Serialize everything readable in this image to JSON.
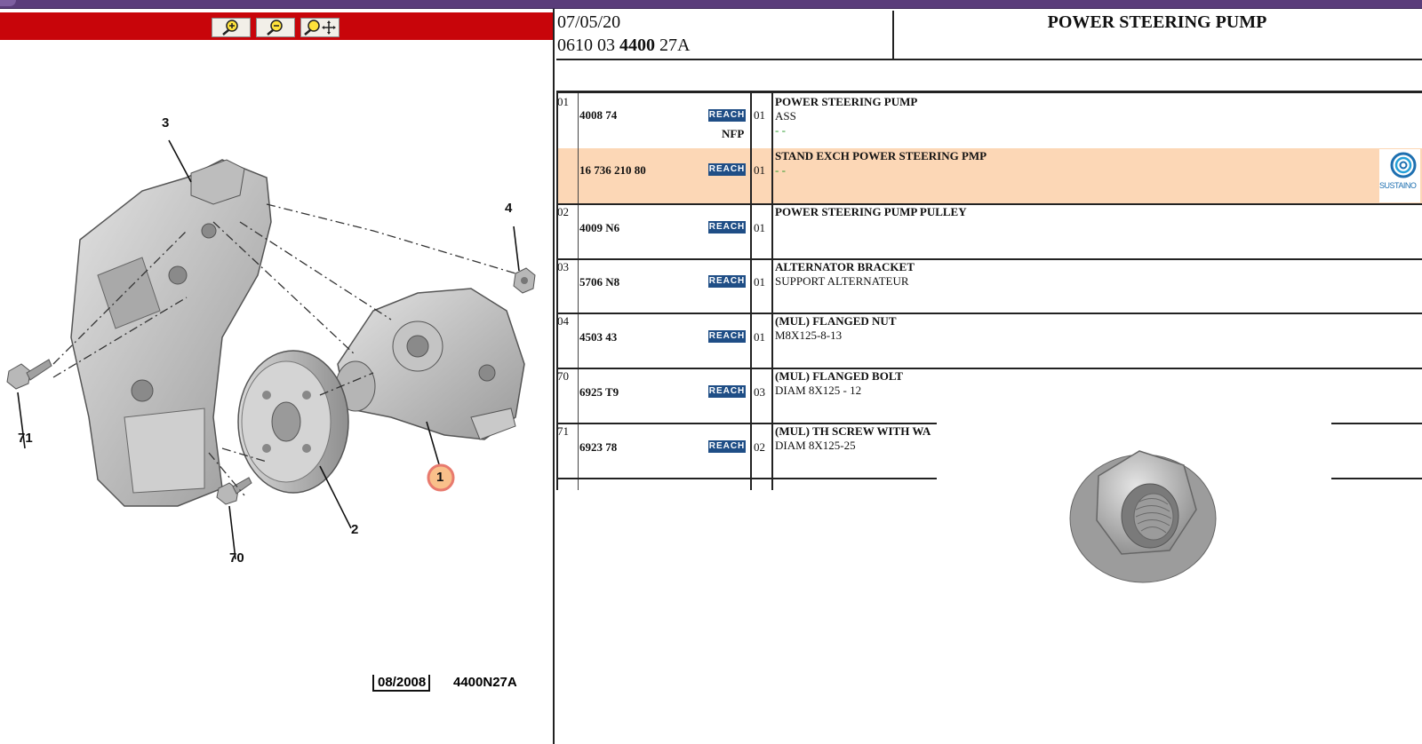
{
  "toolbar": {
    "zoom_in_icon": "zoom-in-icon",
    "zoom_out_icon": "zoom-out-icon",
    "pan_zoom_icon": "zoom-move-icon",
    "bar_color": "#c8050a"
  },
  "diagram": {
    "callouts": [
      "3",
      "4",
      "71",
      "1",
      "2",
      "70"
    ],
    "footer_date": "08/2008",
    "footer_ref": "4400N27A"
  },
  "header": {
    "date": "07/05/20",
    "code_prefix": "0610 03 ",
    "code_bold": "4400",
    "code_suffix": " 27A",
    "title": "POWER STEERING PUMP"
  },
  "parts": [
    {
      "num": "01",
      "part": "4008 74",
      "reach": "REACH",
      "nfp": "NFP",
      "qty": "01",
      "title": "POWER STEERING PUMP",
      "line2": "ASS",
      "line3": "- -"
    },
    {
      "num": "",
      "part": "16 736 210 80",
      "reach": "REACH",
      "qty": "01",
      "title": "STAND EXCH POWER STEERING PMP",
      "line2": "- -",
      "badge": "SUSTAINO"
    },
    {
      "num": "02",
      "part": "4009 N6",
      "reach": "REACH",
      "qty": "01",
      "title": "POWER STEERING PUMP PULLEY"
    },
    {
      "num": "03",
      "part": "5706 N8",
      "reach": "REACH",
      "qty": "01",
      "title": "ALTERNATOR BRACKET",
      "line2": "SUPPORT ALTERNATEUR"
    },
    {
      "num": "04",
      "part": "4503 43",
      "reach": "REACH",
      "qty": "01",
      "title": "(MUL) FLANGED NUT",
      "line2": "M8X125-8-13"
    },
    {
      "num": "70",
      "part": "6925 T9",
      "reach": "REACH",
      "qty": "03",
      "title": "(MUL) FLANGED BOLT",
      "line2": "DIAM 8X125 - 12"
    },
    {
      "num": "71",
      "part": "6923 78",
      "reach": "REACH",
      "qty": "02",
      "title": "(MUL) TH SCREW WITH WA",
      "line2": "DIAM 8X125-25"
    }
  ],
  "colors": {
    "highlight_row": "#fcd7b6",
    "reach_badge": "#1f4e86",
    "top_bar": "#5a3d7a"
  }
}
